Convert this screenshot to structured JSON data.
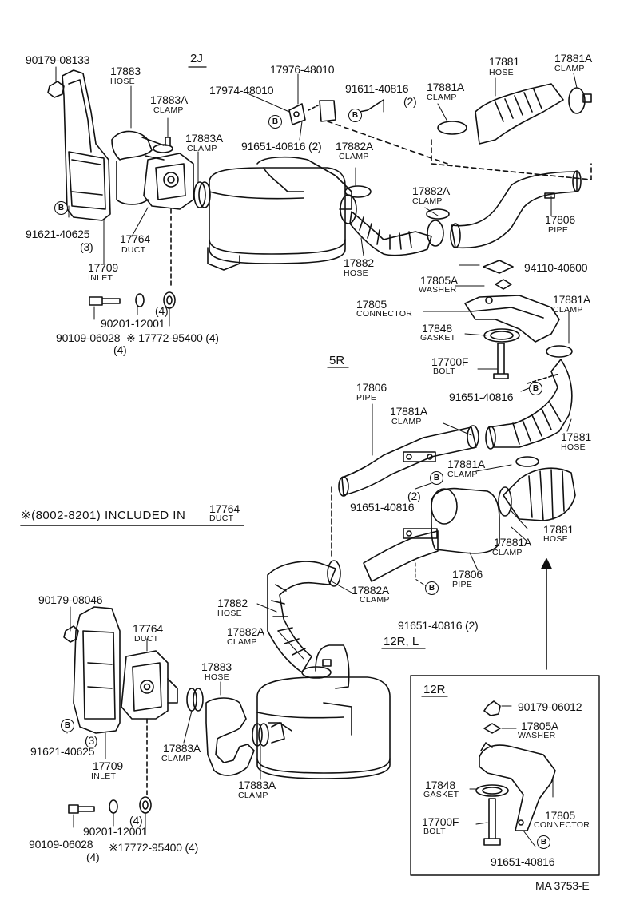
{
  "sections": {
    "top_left": "2J",
    "middle": "5R",
    "bottom": "12R, L",
    "inset": "12R"
  },
  "note": {
    "text": "※(8002-8201) INCLUDED IN",
    "part": "17764",
    "name": "DUCT"
  },
  "ref_code": "MA  3753-E",
  "circle_marker": "B",
  "labels": {
    "p_90179_08133": "90179-08133",
    "p_17883_t": "17883",
    "n_hose_t": "HOSE",
    "p_17883A_t1": "17883A",
    "n_clamp_t1": "CLAMP",
    "p_17883A_t2": "17883A",
    "n_clamp_t2": "CLAMP",
    "p_91621_40625_t": "91621-40625",
    "q_3_t": "(3)",
    "p_17764_t": "17764",
    "n_duct_t": "DUCT",
    "p_17709_t": "17709",
    "n_inlet_t": "INLET",
    "q_4_t": "(4)",
    "p_90201_12001_t": "90201-12001",
    "p_90109_06028_t": "90109-06028",
    "q_4b_t": "(4)",
    "p_17772_t": "※ 17772-95400 (4)",
    "p_17976_48010": "17976-48010",
    "p_17974_48010": "17974-48010",
    "p_91611_40816": "91611-40816",
    "q_2_91611": "(2)",
    "p_91651_t1": "91651-40816 (2)",
    "p_17882A_t1": "17882A",
    "n_clamp_882a1": "CLAMP",
    "p_17882A_t2": "17882A",
    "n_clamp_882a2": "CLAMP",
    "p_17882_t": "17882",
    "n_hose_882": "HOSE",
    "p_17881_t": "17881",
    "n_hose_881t": "HOSE",
    "p_17881A_t1": "17881A",
    "n_clamp_881a_t1": "CLAMP",
    "p_17881A_t2": "17881A",
    "n_clamp_881a_t2": "CLAMP",
    "p_17806_t": "17806",
    "n_pipe_t": "PIPE",
    "p_94110": "94110-40600",
    "p_17805A_m": "17805A",
    "n_washer_m": "WASHER",
    "p_17805_m": "17805",
    "n_connector_m": "CONNECTOR",
    "p_17848_m": "17848",
    "n_gasket_m": "GASKET",
    "p_17700F_m": "17700F",
    "n_bolt_m": "BOLT",
    "p_17881A_m1": "17881A",
    "n_clamp_m1": "CLAMP",
    "p_91651_m1": "91651-40816",
    "p_17806_m": "17806",
    "n_pipe_m": "PIPE",
    "p_17881A_m2": "17881A",
    "n_clamp_m2": "CLAMP",
    "p_17881_m1": "17881",
    "n_hose_m1": "HOSE",
    "p_17881A_m3": "17881A",
    "n_clamp_m3": "CLAMP",
    "q_2_m": "(2)",
    "p_91651_m2": "91651-40816",
    "p_17881_m2": "17881",
    "n_hose_m2": "HOSE",
    "p_17881A_m4": "17881A",
    "n_clamp_m4": "CLAMP",
    "p_17806_m2": "17806",
    "n_pipe_m2": "PIPE",
    "p_17882A_b1": "17882A",
    "n_clamp_b1": "CLAMP",
    "p_17882_b": "17882",
    "n_hose_b": "HOSE",
    "p_17882A_b2": "17882A",
    "n_clamp_b2": "CLAMP",
    "p_91651_b": "91651-40816 (2)",
    "p_90179_08046": "90179-08046",
    "p_17764_b": "17764",
    "n_duct_b": "DUCT",
    "p_17883_b": "17883",
    "n_hose_883b": "HOSE",
    "p_91621_b": "91621-40625",
    "q_3_b": "(3)",
    "p_17709_b": "17709",
    "n_inlet_b": "INLET",
    "p_17883A_b1": "17883A",
    "n_clamp_883b1": "CLAMP",
    "p_17883A_b2": "17883A",
    "n_clamp_883b2": "CLAMP",
    "q_4_b": "(4)",
    "p_90201_b": "90201-12001",
    "p_90109_b": "90109-06028",
    "q_4c_b": "(4)",
    "p_17772_b": "※17772-95400 (4)",
    "p_90179_06012": "90179-06012",
    "p_17805A_i": "17805A",
    "n_washer_i": "WASHER",
    "p_17848_i": "17848",
    "n_gasket_i": "GASKET",
    "p_17805_i": "17805",
    "n_connector_i": "CONNECTOR",
    "p_17700F_i": "17700F",
    "n_bolt_i": "BOLT",
    "p_91651_i": "91651-40816"
  }
}
